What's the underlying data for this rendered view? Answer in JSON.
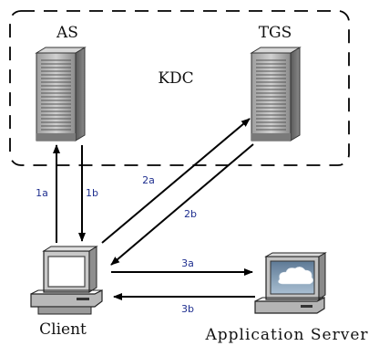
{
  "labels": {
    "as": "AS",
    "tgs": "TGS",
    "kdc": "KDC",
    "client": "Client",
    "app_server": "Application Server"
  },
  "steps": [
    "1a",
    "1b",
    "2a",
    "2b",
    "3a",
    "3b"
  ],
  "colors": {
    "step_label": "#1f2f8f",
    "line": "#000000",
    "tower_body": "#b9b9b9",
    "tower_dark": "#6a6a6a",
    "screen_blue": "#8aa3bb"
  }
}
